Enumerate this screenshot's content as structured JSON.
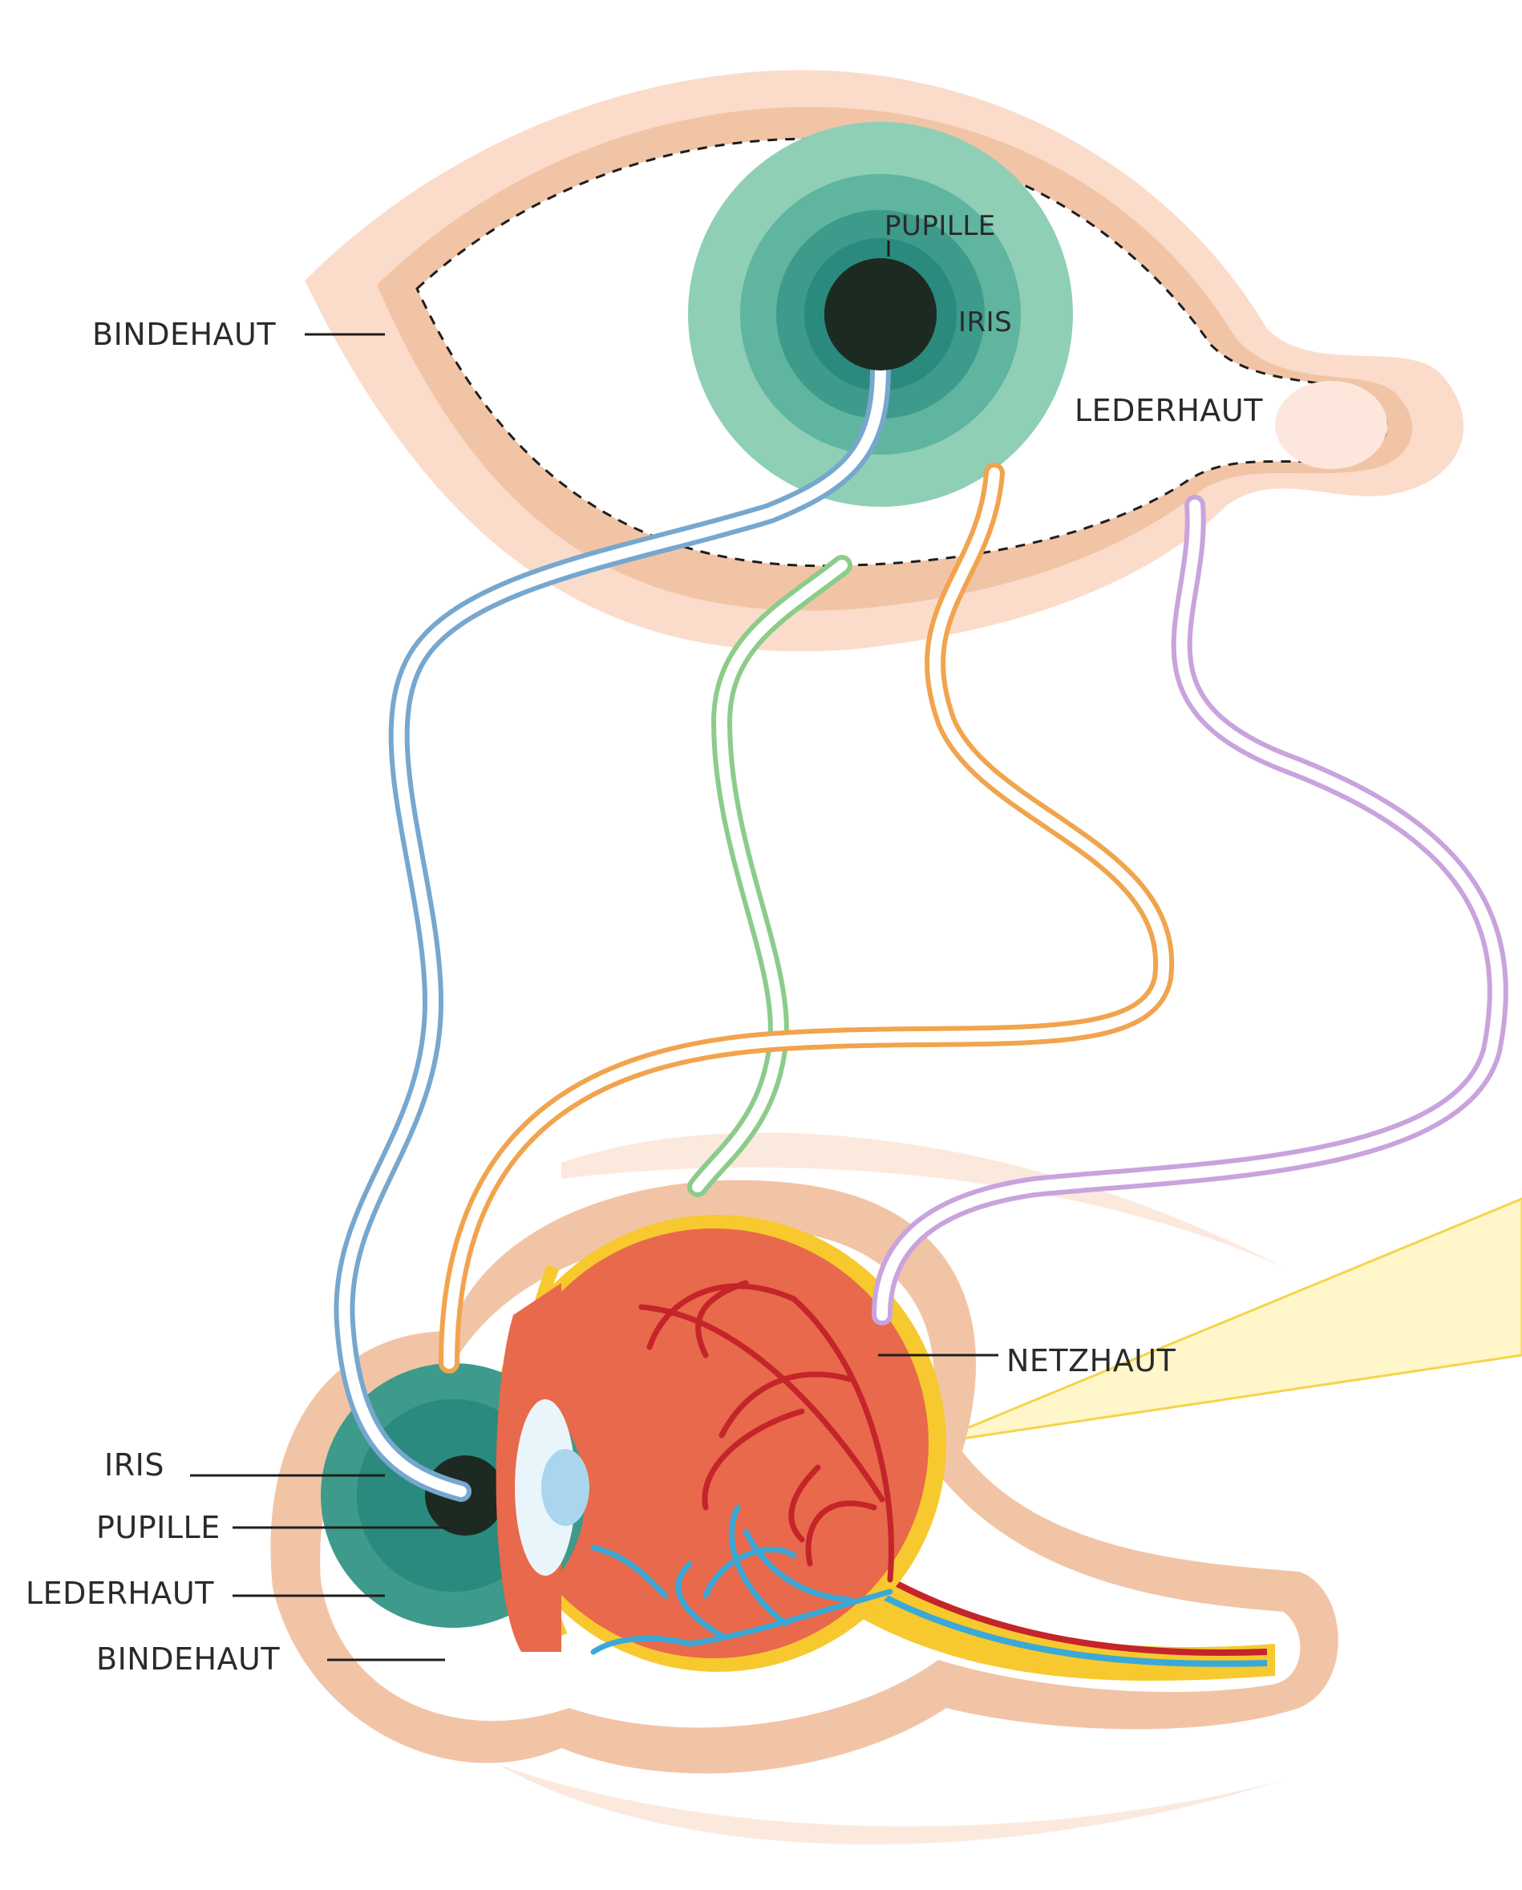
{
  "colors": {
    "skin_light": "#fbdccb",
    "skin_mid": "#f2c4a6",
    "sclera": "#ffffff",
    "iris_outer": "#8fcfb6",
    "iris_mid": "#5fb59f",
    "iris_inner": "#3e9a8a",
    "iris_core": "#2a8a7d",
    "pupil": "#1c2a22",
    "eyeball": "#e8694b",
    "retina_yellow": "#f7c92e",
    "artery": "#c5242a",
    "vein": "#3aa9d8",
    "lens": "#d9eef8",
    "tube_blue": "#76a7cf",
    "tube_green": "#8ccc8a",
    "tube_orange": "#f1a44d",
    "tube_purple": "#c9a3dd",
    "light_beam": "#fff6c9"
  },
  "top_eye": {
    "labels": {
      "bindehaut": "BINDEHAUT",
      "pupille": "PUPILLE",
      "iris": "IRIS",
      "lederhaut": "LEDERHAUT"
    }
  },
  "cross_section": {
    "labels": {
      "iris": "IRIS",
      "pupille": "PUPILLE",
      "lederhaut": "LEDERHAUT",
      "bindehaut": "BINDEHAUT",
      "netzhaut": "NETZHAUT"
    }
  },
  "connectors": [
    {
      "name": "blue-connector",
      "color_key": "tube_blue"
    },
    {
      "name": "green-connector",
      "color_key": "tube_green"
    },
    {
      "name": "orange-connector",
      "color_key": "tube_orange"
    },
    {
      "name": "purple-connector",
      "color_key": "tube_purple"
    }
  ]
}
